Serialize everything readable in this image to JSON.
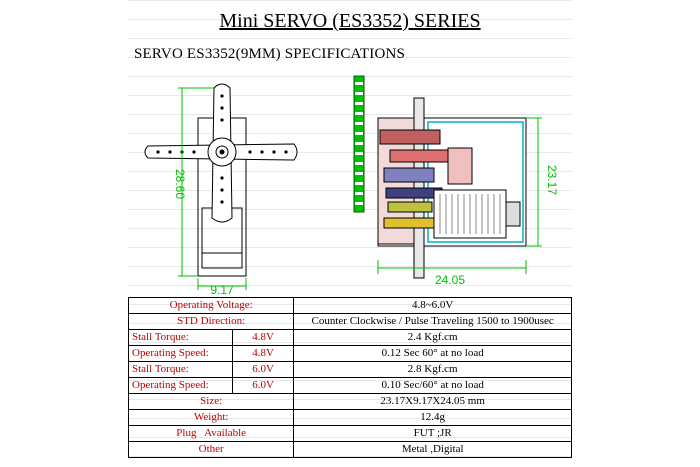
{
  "header": {
    "title": "Mini SERVO (ES3352) SERIES",
    "subtitle": "SERVO ES3352(9MM) SPECIFICATIONS"
  },
  "drawing": {
    "dim_height": "28.60",
    "dim_width": "9.17",
    "dim_right": "23.17",
    "dim_bottom": "24.05",
    "dimension_color": "#00c000",
    "drawing_color": "#000000"
  },
  "specs": {
    "operating_voltage": {
      "label": "Operating Voltage:",
      "value": "4.8~6.0V"
    },
    "std_direction": {
      "label": "STD Direction:",
      "value": "Counter Clockwise / Pulse Traveling 1500 to 1900usec"
    },
    "rows48": [
      {
        "label": "Stall Torque:",
        "volt": "4.8V",
        "value": "2.4 Kgf.cm"
      },
      {
        "label": "Operating Speed:",
        "volt": "4.8V",
        "value": "0.12 Sec 60° at no load"
      }
    ],
    "rows60": [
      {
        "label": "Stall Torque:",
        "volt": "6.0V",
        "value": "2.8 Kgf.cm"
      },
      {
        "label": "Operating Speed:",
        "volt": "6.0V",
        "value": "0.10 Sec/60° at no load"
      }
    ],
    "size": {
      "label": "Size:",
      "value": "23.17X9.17X24.05 mm"
    },
    "weight": {
      "label": "Weight:",
      "value": "12.4g"
    },
    "plug": {
      "label": "Plug   Available",
      "value": "FUT ;JR"
    },
    "other": {
      "label": "Other",
      "value": "Metal ,Digital"
    },
    "label_color": "#c00000"
  }
}
